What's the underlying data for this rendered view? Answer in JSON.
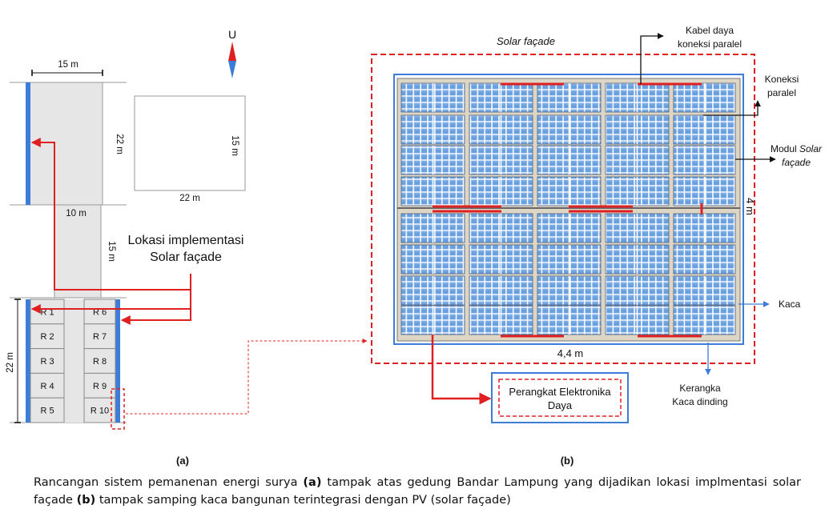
{
  "north_label": "U",
  "panel_a": {
    "dim_top": "15 m",
    "dim_annex_side": "22 m",
    "dim_annex_right": "15 m",
    "dim_annex_bottom": "22 m",
    "dim_corridor_width": "10 m",
    "dim_corridor_length": "15 m",
    "dim_block_height": "22 m",
    "location_label_line1": "Lokasi implementasi",
    "location_label_line2": "Solar façade",
    "rooms_left": [
      "R 1",
      "R 2",
      "R 3",
      "R 4",
      "R 5"
    ],
    "rooms_right": [
      "R 6",
      "R 7",
      "R 8",
      "R 9",
      "R 10"
    ],
    "sublabel": "(a)"
  },
  "panel_b": {
    "title": "Solar façade",
    "label_cable_line1": "Kabel daya",
    "label_cable_line2": "koneksi paralel",
    "label_parallel_line1": "Koneksi",
    "label_parallel_line2": "paralel",
    "label_module_line1_a": "Modul ",
    "label_module_line1_b": "Solar",
    "label_module_line2": "façade",
    "dim_height": "4 m",
    "dim_width": "4,4 m",
    "label_glass": "Kaca",
    "label_frame_line1": "Kerangka",
    "label_frame_line2": "Kaca dinding",
    "power_box_line1": "Perangkat Elektronika",
    "power_box_line2": "Daya",
    "sublabel": "(b)"
  },
  "caption": {
    "p1": "Rancangan sistem pemanenan energi surya ",
    "b1": "(a)",
    "p2": " tampak atas gedung Bandar Lampung yang dijadikan lokasi implmentasi solar façade ",
    "b2": "(b)",
    "p3": " tampak samping kaca bangunan terintegrasi dengan PV (solar façade)"
  },
  "colors": {
    "red": "#e02020",
    "blue_accent": "#3b7dd8",
    "building_fill": "#e6e6e6",
    "cell_blue": "#6a9fe0",
    "frame_fill": "#ddd6c4"
  }
}
